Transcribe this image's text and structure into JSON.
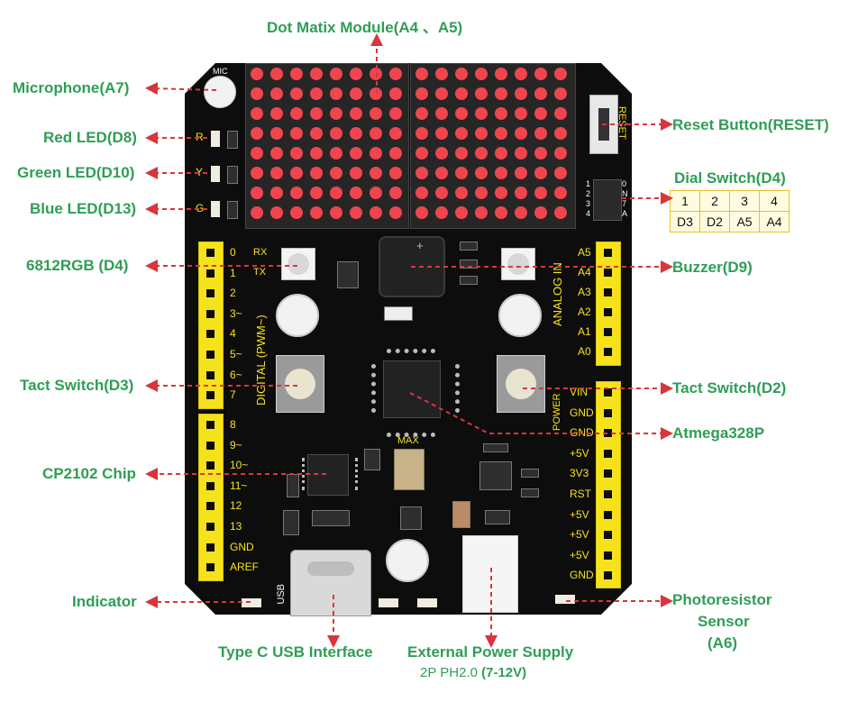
{
  "labels": {
    "dot_matrix": "Dot Matix Module(A4 、A5)",
    "microphone": "Microphone(A7)",
    "red_led": "Red LED(D8)",
    "green_led": "Green LED(D10)",
    "blue_led": "Blue LED(D13)",
    "rgb": "6812RGB (D4)",
    "tact_left": "Tact Switch(D3)",
    "cp2102": "CP2102 Chip",
    "indicator": "Indicator",
    "usb": "Type C USB Interface",
    "power_title": "External Power Supply",
    "power_sub_a": "2P PH2.0 ",
    "power_sub_b": "(7-12V)",
    "reset": "Reset Button(RESET)",
    "dial_title": "Dial Switch(D4)",
    "buzzer": "Buzzer(D9)",
    "tact_right": "Tact Switch(D2)",
    "atmega": "Atmega328P",
    "photo_1": "Photoresistor",
    "photo_2": "Sensor",
    "photo_3": "(A6)"
  },
  "dial_table": {
    "top": [
      "1",
      "2",
      "3",
      "4"
    ],
    "bottom": [
      "D3",
      "D2",
      "A5",
      "A4"
    ]
  },
  "board": {
    "mic": "MIC",
    "led_r": "R",
    "led_y": "Y",
    "led_g": "G",
    "rx": "RX",
    "tx": "TX",
    "digital": "DIGITAL  (PWM~)",
    "analog_in": "ANALOG IN",
    "power": "POWER",
    "reset_silk": "RESET",
    "max": "MAX",
    "usb_silk": "USB",
    "dip_left": [
      "1",
      "2",
      "3",
      "4"
    ],
    "dip_right": [
      "0",
      "N",
      "7",
      "A"
    ],
    "left_pins": [
      "0",
      "1",
      "2",
      "3~",
      "4",
      "5~",
      "6~",
      "7"
    ],
    "left_pins2": [
      "8",
      "9~",
      "10~",
      "11~",
      "12",
      "13",
      "GND",
      "AREF"
    ],
    "analog_pins": [
      "A5",
      "A4",
      "A3",
      "A2",
      "A1",
      "A0"
    ],
    "power_pins": [
      "VIN",
      "GND",
      "GND",
      "+5V",
      "3V3",
      "RST",
      "+5V",
      "+5V",
      "+5V",
      "GND"
    ]
  },
  "colors": {
    "label_green": "#2f9e55",
    "arrow_red": "#d8353d",
    "pcb": "#0d0d0d",
    "header_yellow": "#f6e21a",
    "led_red": "#f0454e"
  }
}
